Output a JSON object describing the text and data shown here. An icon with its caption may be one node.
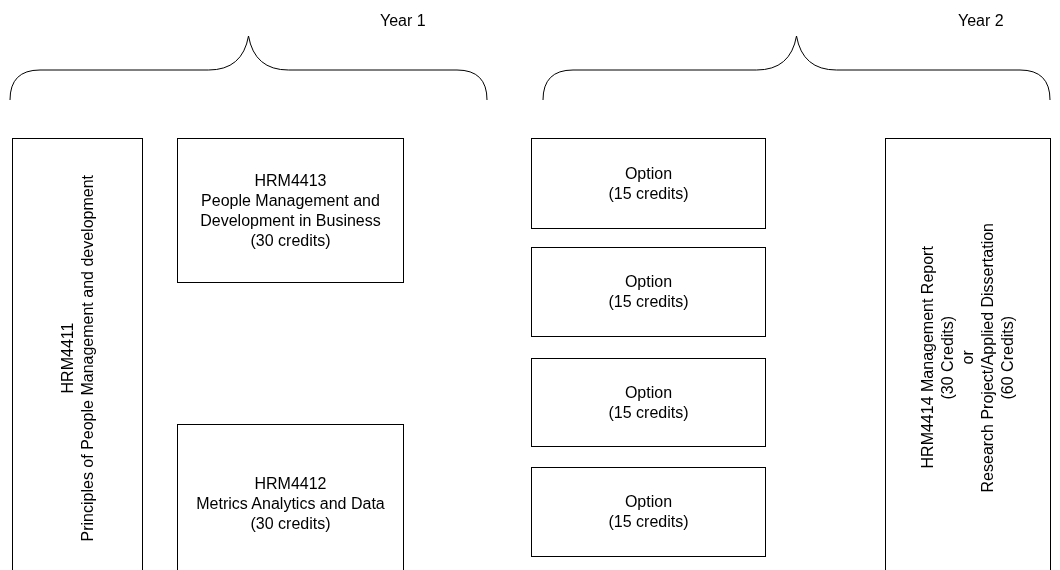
{
  "diagram": {
    "nodes": [
      {
        "text": [
          "HRM4411",
          "Principles of People Management and development"
        ]
      },
      {
        "text": [
          "HRM4413",
          "People Management and Development in Business",
          "(30 credits)"
        ]
      },
      {
        "text": [
          "HRM4412",
          "Metrics Analytics and Data",
          "(30 credits)"
        ]
      },
      {
        "text": [
          "Option",
          "(15 credits)"
        ]
      },
      {
        "text": [
          "Option",
          "(15 credits)"
        ]
      },
      {
        "text": [
          "Option",
          "(15 credits)"
        ]
      },
      {
        "text": [
          "Option",
          "(15 credits)"
        ]
      },
      {
        "text": [
          "HRM4414 Management Report",
          "(30 Credits)",
          "or",
          "Research Project/Applied Dissertation",
          "(60 Credits)"
        ]
      }
    ],
    "edges": [],
    "labels": [
      "Year 1",
      "Year 2"
    ]
  }
}
